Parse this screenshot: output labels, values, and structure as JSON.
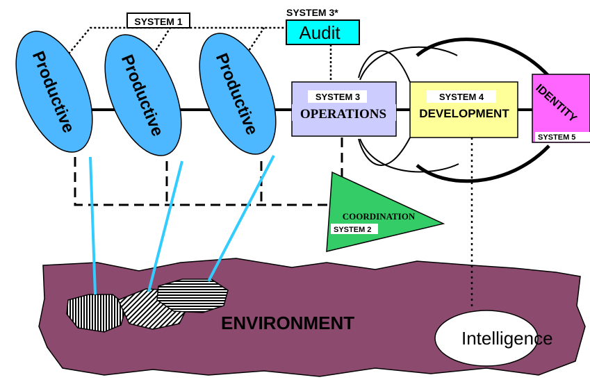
{
  "diagram": {
    "productive_units": [
      "Productive",
      "Productive",
      "Productive"
    ],
    "system1_label": "SYSTEM 1",
    "system3star_label": "SYSTEM 3*",
    "audit_label": "Audit",
    "system3": {
      "label": "SYSTEM 3",
      "title": "OPERATIONS"
    },
    "system4": {
      "label": "SYSTEM 4",
      "title": "DEVELOPMENT"
    },
    "system5": {
      "label": "SYSTEM 5",
      "title": "IDENTITY"
    },
    "system2": {
      "label": "SYSTEM 2",
      "title": "COORDINATION"
    },
    "environment_label": "ENVIRONMENT",
    "intelligence_label": "Intelligence",
    "colors": {
      "productive_fill": "#4db8ff",
      "audit_fill": "#00ffff",
      "system3_fill": "#ccccff",
      "system4_fill": "#ffff99",
      "system5_fill": "#ff66ff",
      "coordination_fill": "#33cc66",
      "environment_fill": "#8c4b6e",
      "connector_cyan": "#33ccff"
    }
  }
}
